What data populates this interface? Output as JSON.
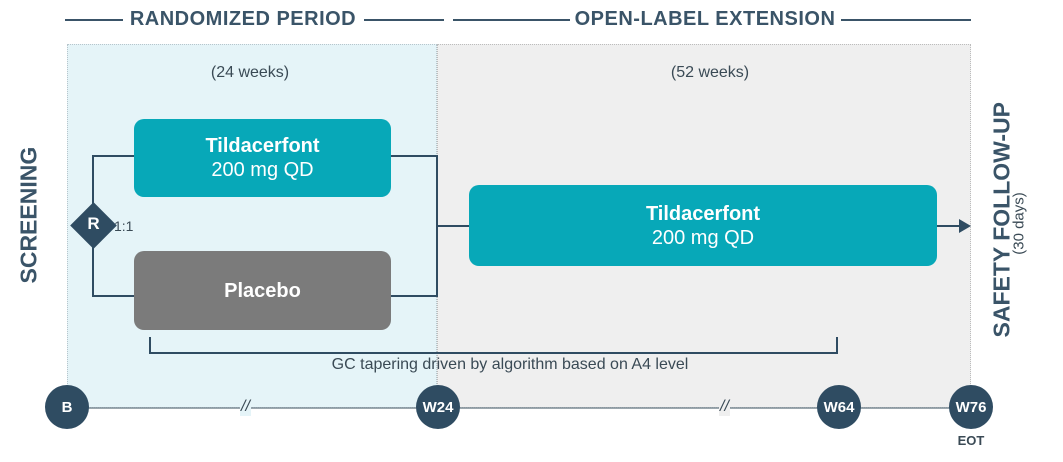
{
  "phases": {
    "randomized": "RANDOMIZED PERIOD",
    "open_label": "OPEN-LABEL EXTENSION"
  },
  "durations": {
    "randomized": "(24 weeks)",
    "open_label": "(52 weeks)"
  },
  "screening": "SCREENING",
  "randomization": {
    "symbol": "R",
    "ratio": "1:1"
  },
  "arms": {
    "active": {
      "name": "Tildacerfont",
      "dose": "200 mg QD"
    },
    "placebo": {
      "name": "Placebo"
    },
    "extension": {
      "name": "Tildacerfont",
      "dose": "200 mg QD"
    }
  },
  "safety": {
    "title": "SAFETY FOLLOW-UP",
    "duration": "(30 days)"
  },
  "gc_note": "GC tapering driven by algorithm based on A4 level",
  "timeline": {
    "points": [
      "B",
      "W24",
      "W64",
      "W76"
    ],
    "break_mark": "//",
    "eot": "EOT"
  },
  "colors": {
    "dark_navy": "#2f4c62",
    "teal": "#07a8b8",
    "gray_box": "#7b7b7b",
    "light_blue_panel": "#e5f4f8",
    "light_gray_panel": "#efefef"
  }
}
